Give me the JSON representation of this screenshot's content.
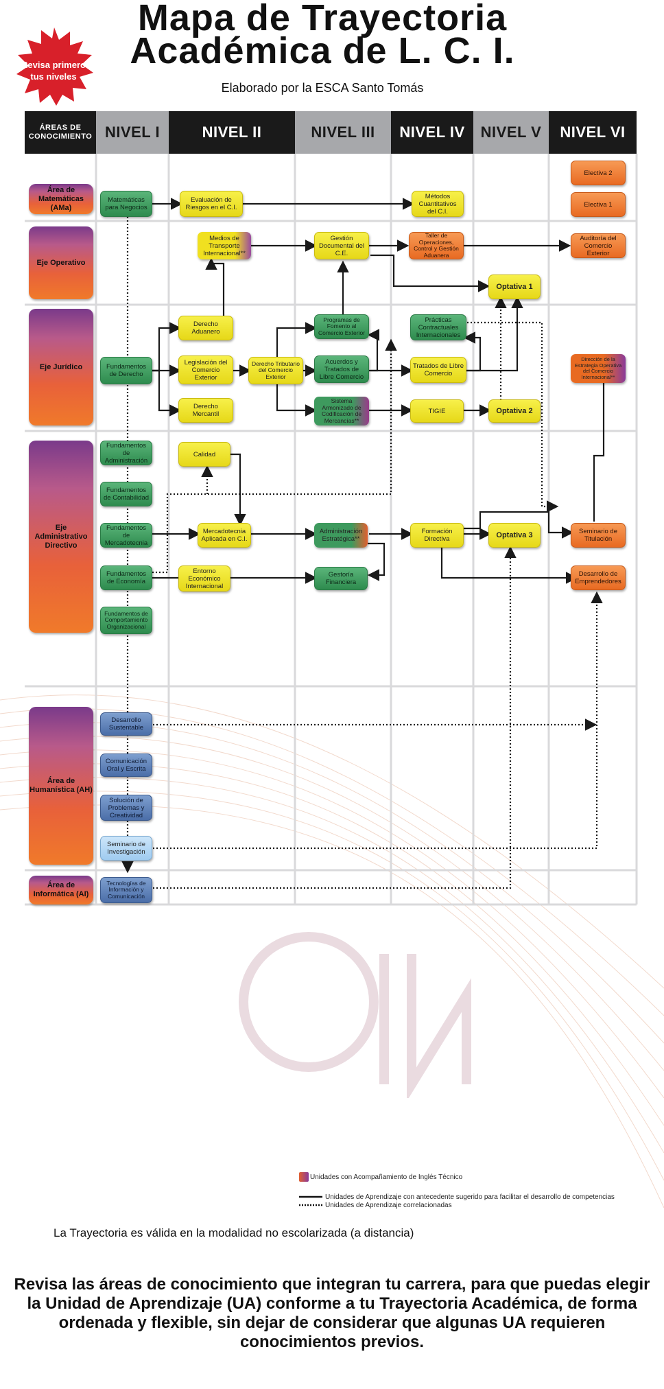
{
  "header": {
    "title_line1": "Mapa de Trayectoria",
    "title_line2": "Académica de L. C. I.",
    "subtitle": "Elaborado por la ESCA Santo Tomás",
    "badge_line1": "Revisa primero",
    "badge_line2": "tus niveles"
  },
  "columns": {
    "areas": "ÁREAS DE CONOCIMIENTO",
    "n1": "NIVEL I",
    "n2": "NIVEL II",
    "n3": "NIVEL III",
    "n4": "NIVEL IV",
    "n5": "NIVEL V",
    "n6": "NIVEL VI"
  },
  "areas": {
    "mat": "Área de Matemáticas (AMa)",
    "op": "Eje Operativo",
    "jur": "Eje Jurídico",
    "adm": "Eje Administrativo Directivo",
    "hum": "Área de Humanística (AH)",
    "inf": "Área de Informática (AI)"
  },
  "courses": {
    "matematicas": "Matemáticas para Negocios",
    "riesgos": "Evaluación de Riesgos en el C.I.",
    "metodos": "Métodos Cuantitativos del C.I.",
    "electiva2": "Electiva 2",
    "electiva1": "Electiva 1",
    "medios": "Medios de Transporte Internacional**",
    "gestion": "Gestión Documental del C.E.",
    "taller": "Taller de Operaciones, Control y Gestión Aduanera",
    "auditoria": "Auditoría del Comercio Exterior",
    "optativa1": "Optativa 1",
    "derecho_aduanero": "Derecho Aduanero",
    "fund_derecho": "Fundamentos de Derecho",
    "legislacion": "Legislación del Comercio Exterior",
    "derecho_trib": "Derecho Tributario del Comercio Exterior",
    "programas": "Programas de Fomento al Comercio Exterior",
    "acuerdos": "Acuerdos y Tratados de Libre Comercio",
    "practicas": "Prácticas Contractuales Internacionales",
    "tratados": "Tratados de Libre Comercio",
    "direccion": "Dirección de la Estrategia Operativa del Comercio Internacional**",
    "mercantil": "Derecho Mercantil",
    "sistema": "Sistema Armonizado de Codificación de Mercancías**",
    "tigie": "TIGIE",
    "optativa2": "Optativa 2",
    "fund_adm": "Fundamentos de Administración",
    "calidad": "Calidad",
    "fund_cont": "Fundamentos de Contabilidad",
    "fund_merc": "Fundamentos de Mercadotecnia",
    "merc_aplicada": "Mercadotecnia Aplicada en C.I.",
    "adm_estrategica": "Administración Estratégica**",
    "formacion": "Formación Directiva",
    "optativa3": "Optativa 3",
    "seminario_tit": "Seminario de Titulación",
    "fund_eco": "Fundamentos de Economía",
    "entorno": "Entorno Económico Internacional",
    "gestoria": "Gestoría Financiera",
    "desarrollo_emp": "Desarrollo de Emprendedores",
    "fund_comp": "Fundamentos de Comportamiento Organizacional",
    "desarrollo_sust": "Desarrollo Sustentable",
    "comunicacion": "Comunicación Oral y Escrita",
    "solucion": "Solución de Problemas y Creatividad",
    "seminario_inv": "Seminario de Investigación",
    "tecnologias": "Tecnologías de Información y Comunicación"
  },
  "legend": {
    "ingles": "Unidades con Acompañamiento de Inglés Técnico",
    "solid": "Unidades de Aprendizaje con antecedente sugerido para facilitar el desarrollo de competencias",
    "dotted": "Unidades de Aprendizaje correlacionadas"
  },
  "note": "La Trayectoria es válida en  la modalidad no escolarizada (a distancia)",
  "footer": "Revisa las áreas de conocimiento que integran tu carrera, para que puedas elegir la Unidad de Aprendizaje (UA) conforme a tu Trayectoria Académica, de forma ordenada y flexible, sin dejar de considerar que algunas UA requieren conocimientos previos."
}
